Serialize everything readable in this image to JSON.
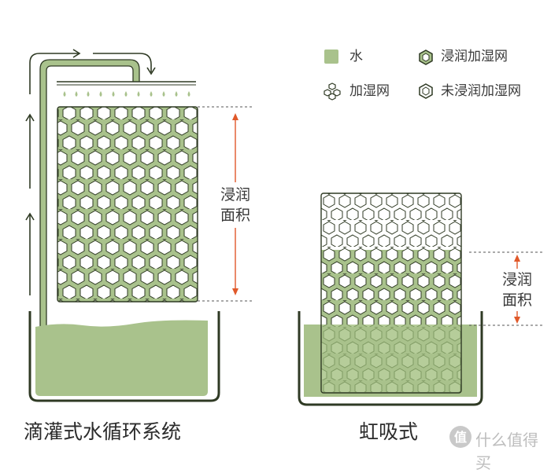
{
  "colors": {
    "water": "#a9c28c",
    "water_dark": "#92b074",
    "mesh_wet_fill": "#a9c28c",
    "mesh_dry_fill": "#ffffff",
    "mesh_stroke": "#2f3a24",
    "container": "#2f3a24",
    "arrow_red": "#e0592a"
  },
  "legend": {
    "water": "水",
    "wet_mesh": "浸润加湿网",
    "mesh": "加湿网",
    "dry_mesh": "未浸润加湿网"
  },
  "left": {
    "caption": "滴灌式水循环系统",
    "area_label_1": "浸润",
    "area_label_2": "面积"
  },
  "right": {
    "caption": "虹吸式",
    "area_label_1": "浸润",
    "area_label_2": "面积"
  },
  "watermark": "什么值得买"
}
